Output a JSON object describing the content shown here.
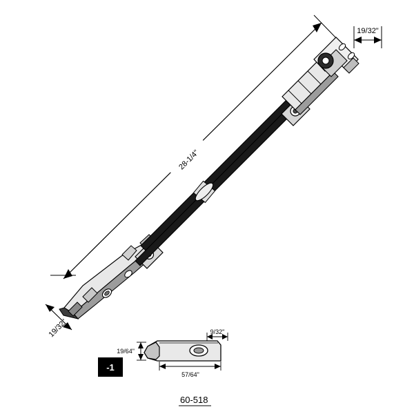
{
  "figure": {
    "title_number": "60-518",
    "callout_label": "-1"
  },
  "dimensions": {
    "main_length": "28-1/4\"",
    "left_end_width": "19/32\"",
    "right_end_width": "19/32\"",
    "clip_height": "19/64\"",
    "clip_width": "9/32\"",
    "clip_length": "57/64\""
  },
  "colors": {
    "line": "#000000",
    "fill_light": "#f2f2f2",
    "fill_mid": "#b8b8b8",
    "fill_dark": "#555555",
    "background": "#ffffff",
    "callout_bg": "#000000",
    "callout_fg": "#ffffff"
  }
}
